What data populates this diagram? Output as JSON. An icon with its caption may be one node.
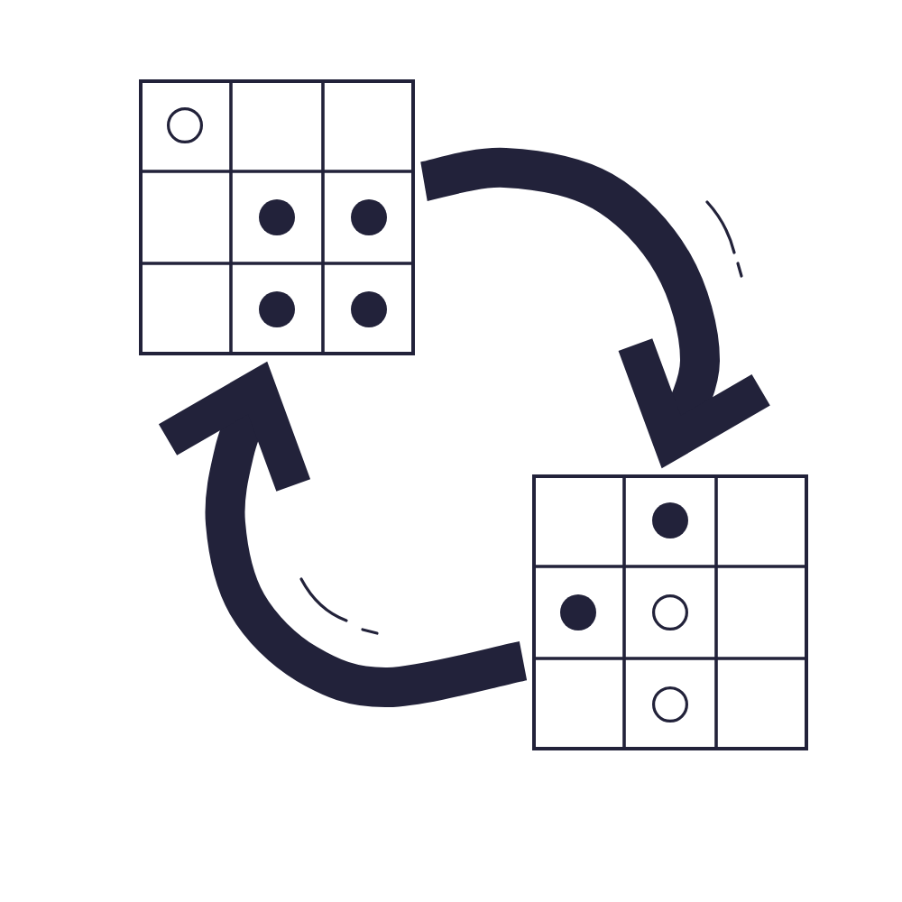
{
  "diagram": {
    "nodes": [
      {
        "text": [],
        "shape": "grid"
      },
      {
        "text": [],
        "shape": "grid"
      }
    ],
    "edges": [
      {
        "from": 0,
        "to": 1,
        "arrow": "to"
      },
      {
        "from": 1,
        "to": 0,
        "arrow": "to"
      }
    ]
  }
}
